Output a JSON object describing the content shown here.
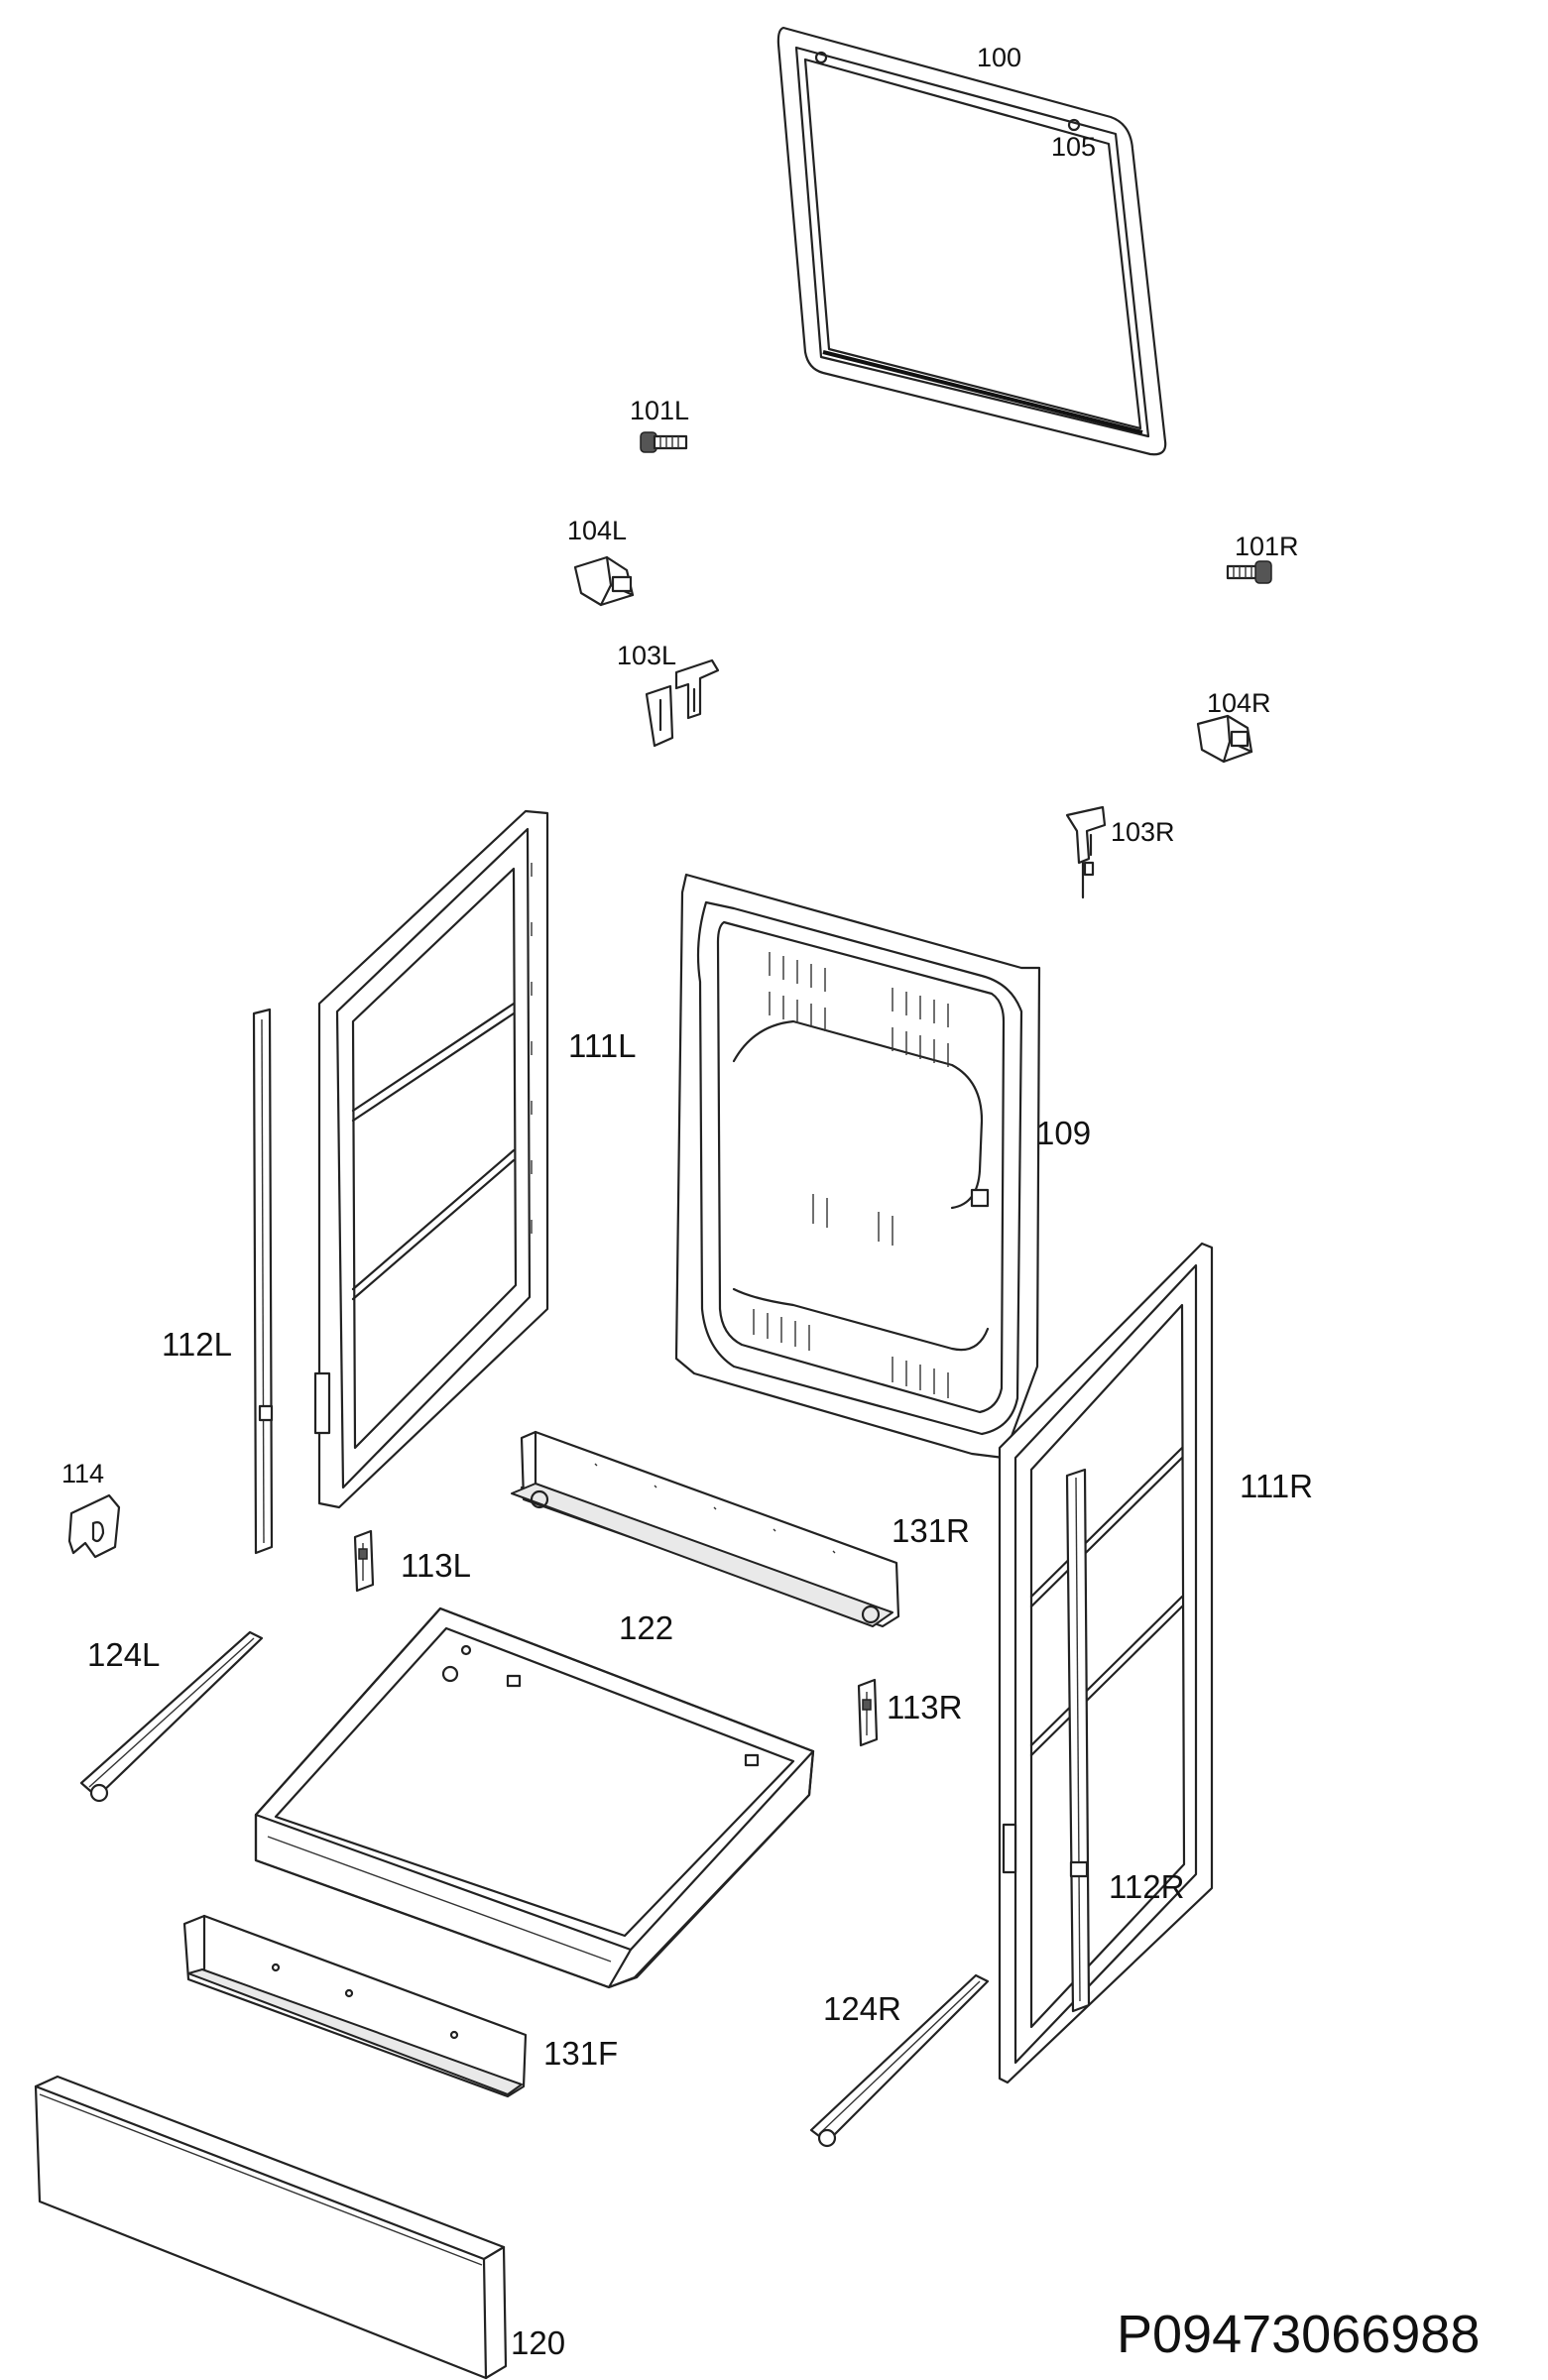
{
  "diagram_code": "P09473066988",
  "parts": {
    "p100": "100",
    "p105": "105",
    "p101L": "101L",
    "p101R": "101R",
    "p104L": "104L",
    "p104R": "104R",
    "p103L": "103L",
    "p103R": "103R",
    "p109": "109",
    "p111L": "111L",
    "p111R": "111R",
    "p112L": "112L",
    "p112R": "112R",
    "p113L": "113L",
    "p113R": "113R",
    "p114": "114",
    "p120": "120",
    "p122": "122",
    "p124L": "124L",
    "p124R": "124R",
    "p131R": "131R",
    "p131F": "131F"
  }
}
